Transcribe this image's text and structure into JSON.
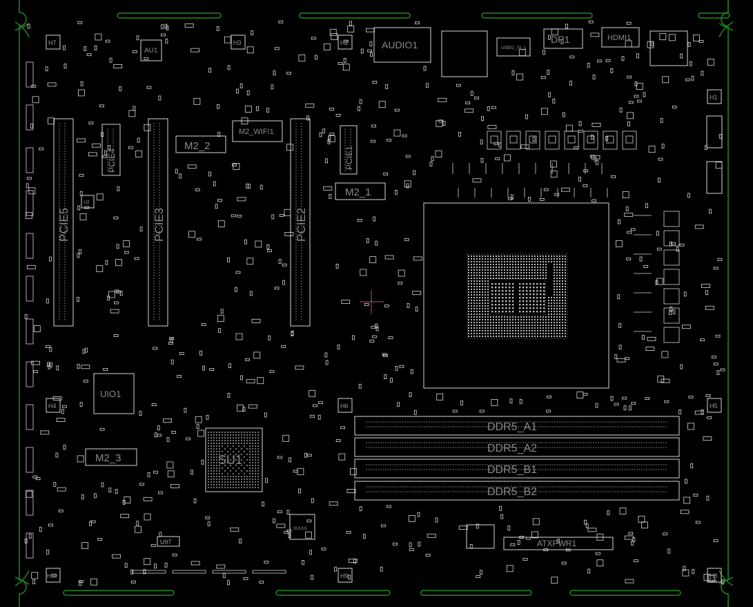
{
  "board": {
    "outline_color": "#1f8a1f",
    "silk_color": "#d8d8d8",
    "text_color": "#8a8a8a",
    "background": "#000000",
    "cursor_color": "#c0506a"
  },
  "labels": {
    "pcie": [
      "PCIE5",
      "PCIE3",
      "PCIE2",
      "PCIE4",
      "PCIE1"
    ],
    "m2": [
      "M2_2",
      "M2_WIFI1",
      "M2_1",
      "M2_3"
    ],
    "io": [
      "AUDIO1",
      "DP1",
      "HDMI1",
      "USB31_TA_1"
    ],
    "chips": [
      "AU1",
      "UIO1",
      "SU1",
      "U2",
      "U97",
      "SUUU1"
    ],
    "dimms": [
      "DDR5_A1",
      "DDR5_A2",
      "DDR5_B1",
      "DDR5_B2"
    ],
    "power": "ATXPWR1",
    "holes": [
      "H7",
      "H3",
      "H2",
      "H1",
      "H4",
      "H6",
      "H5",
      "H10",
      "H9",
      "H8"
    ]
  }
}
